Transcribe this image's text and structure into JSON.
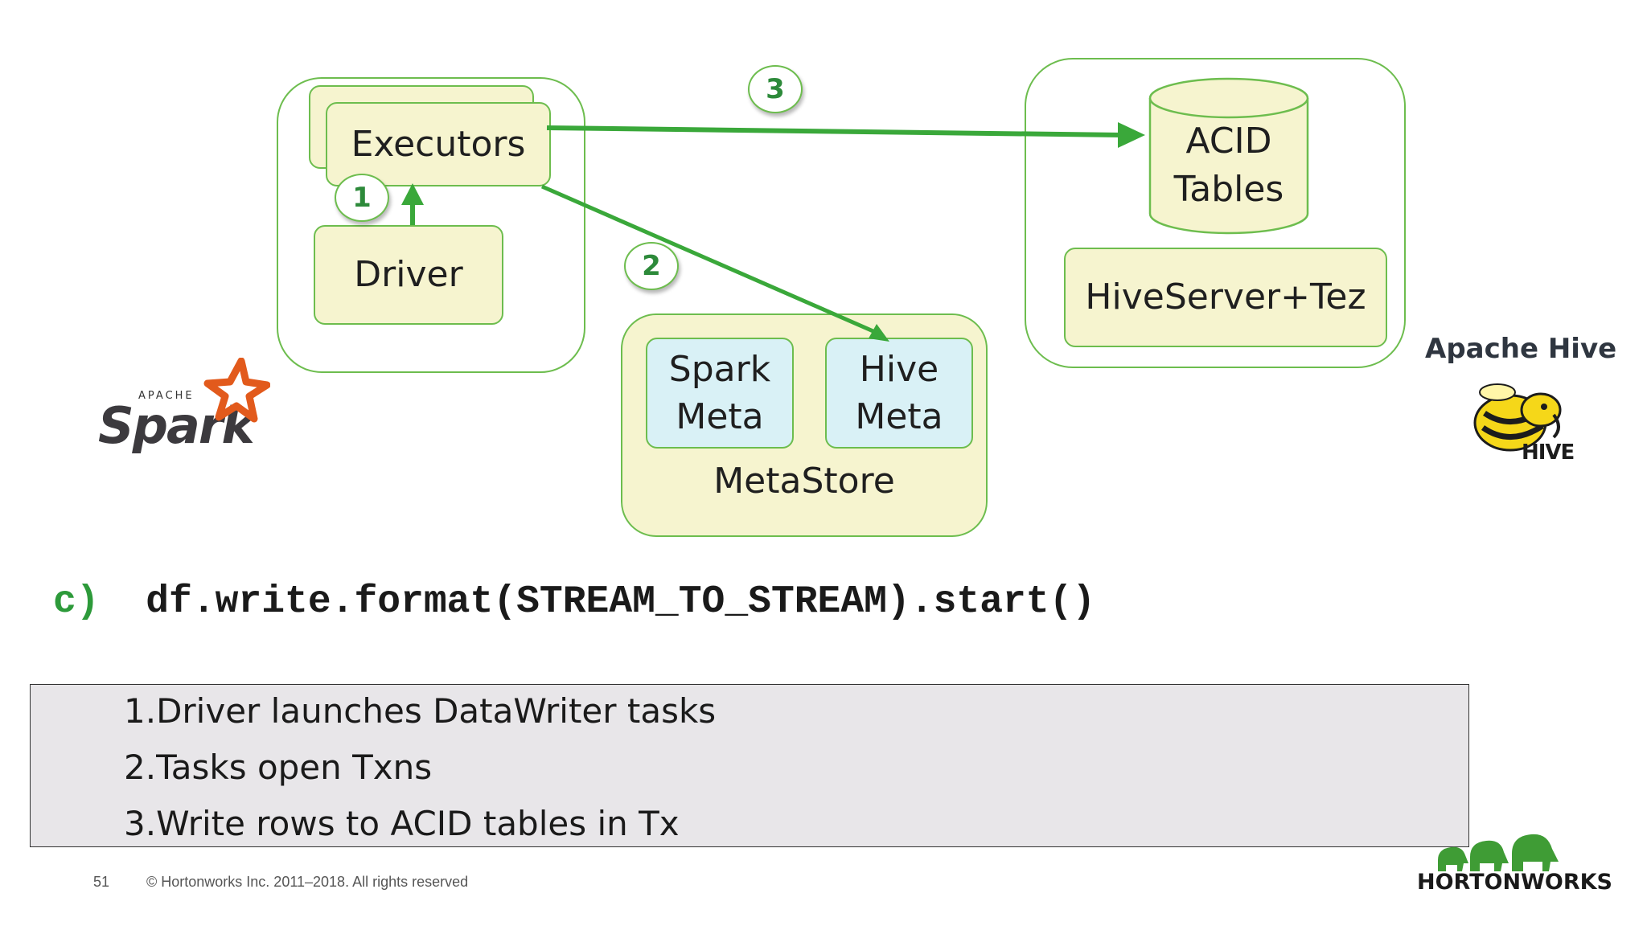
{
  "diagram": {
    "executors_label": "Executors",
    "driver_label": "Driver",
    "metastore_label": "MetaStore",
    "spark_meta": [
      "Spark",
      "Meta"
    ],
    "hive_meta": [
      "Hive",
      "Meta"
    ],
    "acid_tables": [
      "ACID",
      "Tables"
    ],
    "hiveserver_label": "HiveServer+Tez",
    "step_badges": [
      "1",
      "2",
      "3"
    ]
  },
  "logos": {
    "spark_small": "APACHE",
    "spark_word": "Spark",
    "hive_title": "Apache Hive",
    "hive_badge": "HIVE",
    "hortonworks": "HORTONWORKS"
  },
  "code": {
    "prefix": "c)",
    "statement": "df.write.format(STREAM_TO_STREAM).start()"
  },
  "notes": [
    "1.Driver launches DataWriter tasks",
    "2.Tasks open Txns",
    "3.Write rows to ACID tables in Tx"
  ],
  "footer": {
    "page_number": "51",
    "copyright": "© Hortonworks Inc. 2011–2018. All rights reserved"
  },
  "colors": {
    "green_accent": "#4aa83a",
    "box_fill": "#f6f4cf",
    "meta_fill": "#d9f1f6",
    "notes_bg": "#e8e6e9"
  }
}
